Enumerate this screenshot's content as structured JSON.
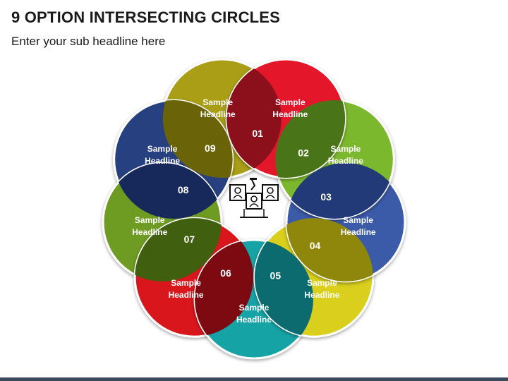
{
  "header": {
    "title": "9 OPTION INTERSECTING CIRCLES",
    "subtitle": "Enter your sub headline here"
  },
  "center_icon": "team-meeting-icon",
  "options": [
    {
      "number": "01",
      "line1": "Sample",
      "line2": "Headline",
      "color": "#e3172b",
      "dark": "#8c0f1c"
    },
    {
      "number": "02",
      "line1": "Sample",
      "line2": "Headline",
      "color": "#7cb82e",
      "dark": "#4a7418"
    },
    {
      "number": "03",
      "line1": "Sample",
      "line2": "Headline",
      "color": "#3b5aa8",
      "dark": "#223a78"
    },
    {
      "number": "04",
      "line1": "Sample",
      "line2": "Headline",
      "color": "#d9cf1c",
      "dark": "#8f870c"
    },
    {
      "number": "05",
      "line1": "Sample",
      "line2": "Headline",
      "color": "#16a3a6",
      "dark": "#0b6b6e"
    },
    {
      "number": "06",
      "line1": "Sample",
      "line2": "Headline",
      "color": "#d8141e",
      "dark": "#7c0a10"
    },
    {
      "number": "07",
      "line1": "Sample",
      "line2": "Headline",
      "color": "#6e9b22",
      "dark": "#40600f"
    },
    {
      "number": "08",
      "line1": "Sample",
      "line2": "Headline",
      "color": "#283f80",
      "dark": "#17285a"
    },
    {
      "number": "09",
      "line1": "Sample",
      "line2": "Headline",
      "color": "#a99e14",
      "dark": "#6b6308"
    }
  ]
}
